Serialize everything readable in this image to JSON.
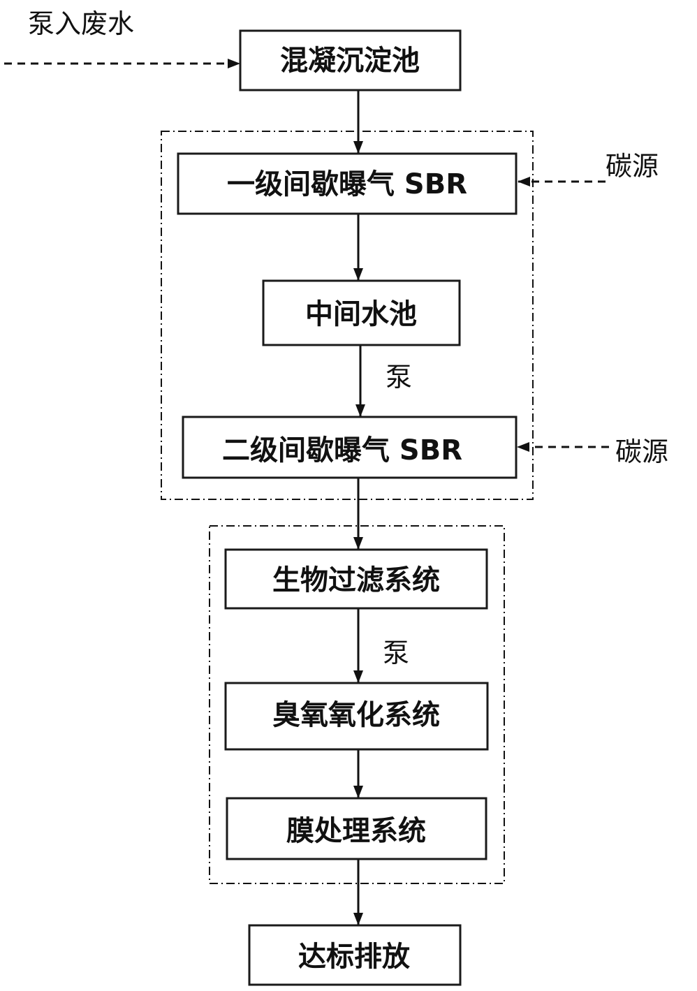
{
  "colors": {
    "line": "#111111",
    "box_fill": "#ffffff"
  },
  "nodes": {
    "coagulation": "混凝沉淀池",
    "sbr1": "一级间歇曝气 SBR",
    "middle_tank": "中间水池",
    "sbr2": "二级间歇曝气 SBR",
    "biofilter": "生物过滤系统",
    "ozone": "臭氧氧化系统",
    "membrane": "膜处理系统",
    "discharge": "达标排放"
  },
  "labels": {
    "pump_in_wastewater": "泵入废水",
    "carbon_source_1": "碳源",
    "carbon_source_2": "碳源",
    "pump_1": "泵",
    "pump_2": "泵"
  }
}
